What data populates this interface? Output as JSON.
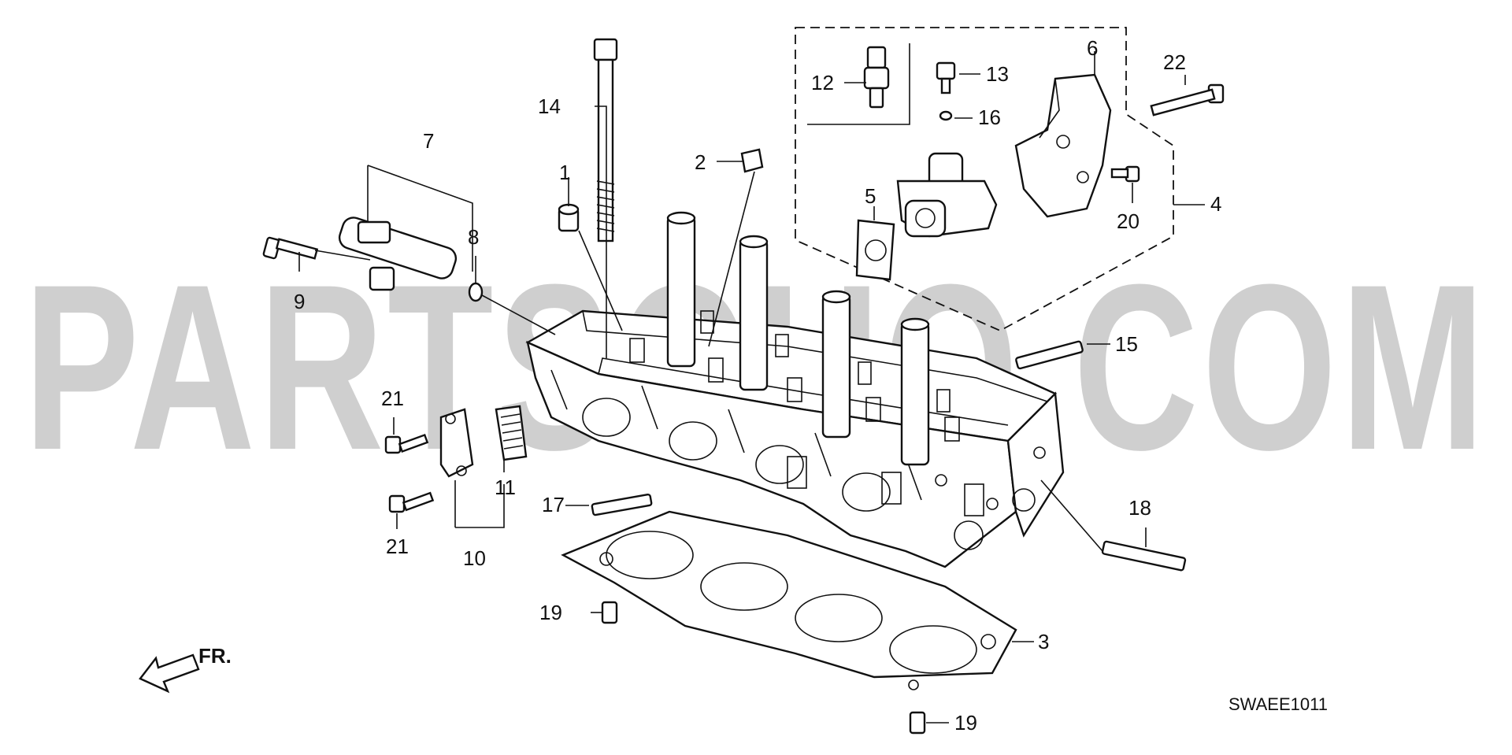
{
  "watermark": "PARTSOUQ.COM",
  "reference_code": "SWAEE1011",
  "front_indicator": "FR.",
  "callouts": {
    "c1": "1",
    "c2": "2",
    "c3": "3",
    "c4": "4",
    "c5": "5",
    "c6": "6",
    "c7": "7",
    "c8": "8",
    "c9": "9",
    "c10": "10",
    "c11": "11",
    "c12": "12",
    "c13": "13",
    "c14": "14",
    "c15": "15",
    "c16": "16",
    "c17": "17",
    "c18": "18",
    "c19a": "19",
    "c19b": "19",
    "c20": "20",
    "c21a": "21",
    "c21b": "21",
    "c22": "22"
  }
}
